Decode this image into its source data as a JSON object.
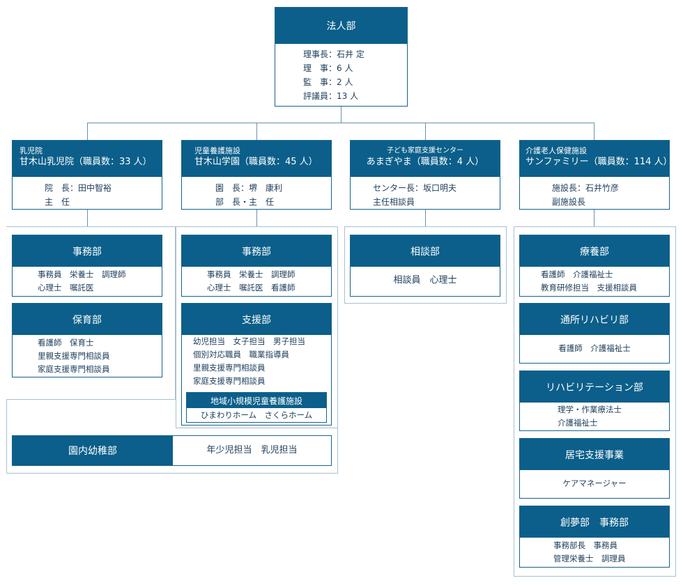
{
  "root": {
    "title": "法人部",
    "lines": [
      "理事長：石井 定",
      "理　事：6 人",
      "監　事：2 人",
      "評議員：13 人"
    ]
  },
  "facilities": [
    {
      "category": "乳児院",
      "name": "甘木山乳児院（職員数：33 人）",
      "lines": [
        "院　長：田中智裕",
        "主　任"
      ],
      "departments": [
        {
          "title": "事務部",
          "lines": [
            "事務員　栄養士　調理師",
            "心理士　嘱託医"
          ]
        },
        {
          "title": "保育部",
          "lines": [
            "看護師　保育士",
            "里親支援専門相談員",
            "家庭支援専門相談員"
          ]
        }
      ]
    },
    {
      "category": "児童養護施設",
      "name": "甘木山学園（職員数：45 人）",
      "lines": [
        "園　長：堺　康利",
        "部　長・主　任"
      ],
      "departments": [
        {
          "title": "事務部",
          "lines": [
            "事務員　栄養士　調理師",
            "心理士　嘱託医　看護師"
          ]
        },
        {
          "title": "支援部",
          "lines": [
            "幼児担当　女子担当　男子担当",
            "個別対応職員　職業指導員",
            "里親支援専門相談員",
            "家庭支援専門相談員"
          ],
          "sub_unit": {
            "title": "地域小規模児童養護施設",
            "text": "ひまわりホーム　さくらホーム"
          }
        }
      ]
    },
    {
      "category": "子ども家庭支援センター",
      "name": "あまぎやま（職員数：4 人）",
      "lines": [
        "センター長：坂口明夫",
        "主任相談員"
      ],
      "departments": [
        {
          "title": "相談部",
          "lines": [
            "相談員　心理士"
          ]
        }
      ]
    },
    {
      "category": "介護老人保健施設",
      "name": "サンファミリー（職員数：114 人）",
      "lines": [
        "施設長：石井竹彦",
        "副施設長"
      ],
      "departments": [
        {
          "title": "療養部",
          "lines": [
            "看護師　介護福祉士",
            "教育研修担当　支援相談員"
          ]
        },
        {
          "title": "通所リハビリ部",
          "lines": [
            "看護師　介護福祉士"
          ]
        },
        {
          "title": "リハビリテーション部",
          "lines": [
            "理学・作業療法士",
            "介護福祉士"
          ]
        },
        {
          "title": "居宅支援事業",
          "lines": [
            "ケアマネージャー"
          ]
        },
        {
          "title": "創夢部　事務部",
          "lines": [
            "事務部長　事務員",
            "管理栄養士　調理員"
          ]
        }
      ]
    }
  ],
  "kindergarten": {
    "title": "園内幼稚部",
    "text": "年少児担当　乳児担当"
  }
}
